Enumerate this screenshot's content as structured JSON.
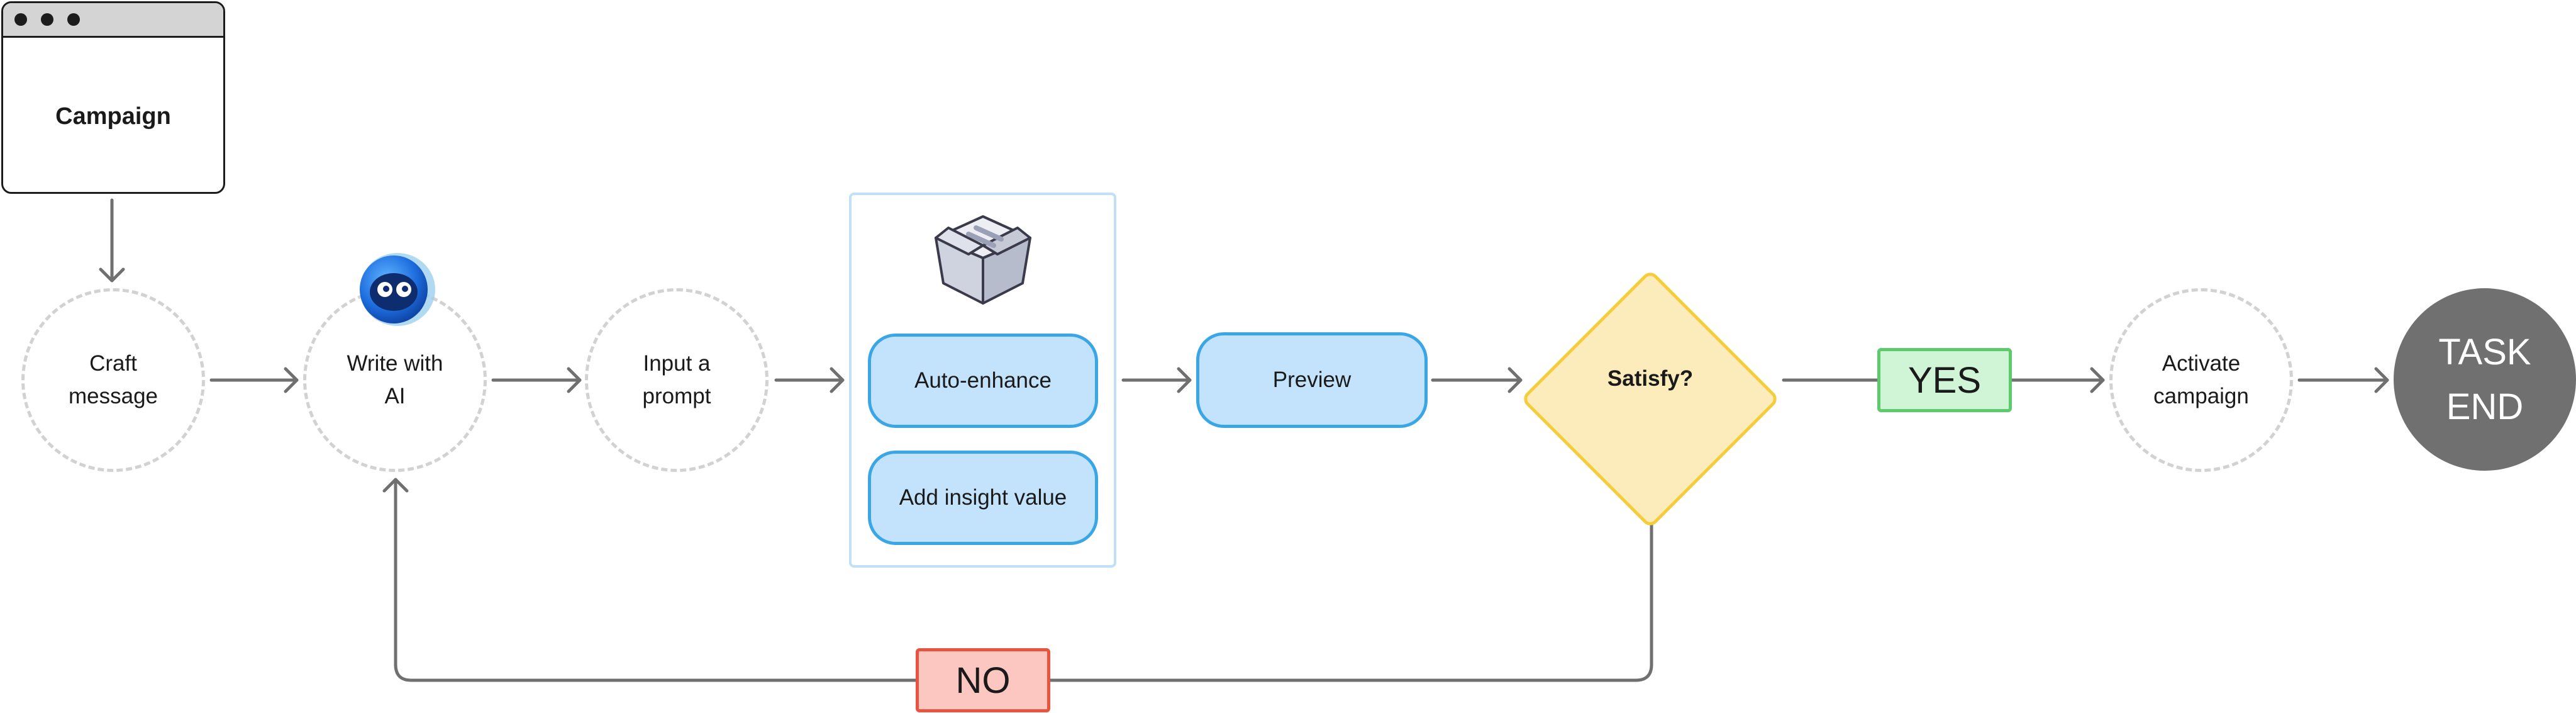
{
  "window_node": {
    "title": "Campaign"
  },
  "nodes": {
    "craft_message": {
      "label_line1": "Craft",
      "label_line2": "message"
    },
    "write_with_ai": {
      "label_line1": "Write with",
      "label_line2": "AI"
    },
    "input_prompt": {
      "label_line1": "Input a",
      "label_line2": "prompt"
    },
    "activate_campaign": {
      "label_line1": "Activate",
      "label_line2": "campaign"
    }
  },
  "container": {
    "buttons": [
      {
        "label": "Auto-enhance"
      },
      {
        "label": "Add insight value"
      }
    ]
  },
  "preview": {
    "label": "Preview"
  },
  "decision": {
    "label": "Satisfy?"
  },
  "yes_label": "YES",
  "no_label": "NO",
  "task_end": {
    "label_line1": "TASK",
    "label_line2": "END"
  },
  "colors": {
    "arrow": "#707070",
    "pill_fill": "#c2e3fb",
    "pill_border": "#3aa6e6",
    "diamond_fill": "#fdecbb",
    "diamond_border": "#f5cd3a",
    "yes_fill": "#d0f4d6",
    "yes_border": "#5ccb6c",
    "no_fill": "#fcc6c1",
    "no_border": "#e9533f",
    "task_end_fill": "#707070"
  },
  "icons": [
    "ai-robot-icon",
    "open-box-icon"
  ]
}
